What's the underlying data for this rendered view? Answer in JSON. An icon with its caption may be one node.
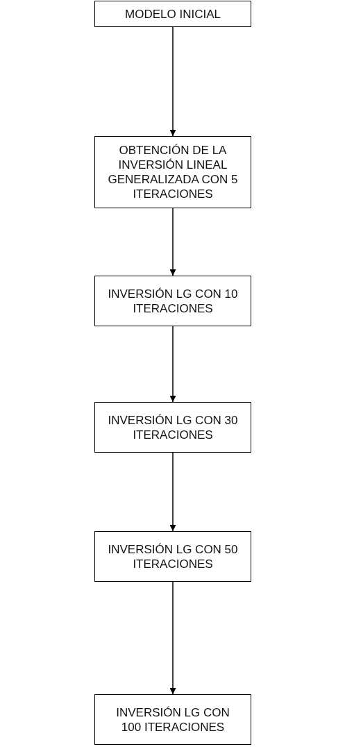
{
  "diagram": {
    "nodes": [
      {
        "text": [
          "MODELO INICIAL"
        ]
      },
      {
        "text": [
          "OBTENCIÓN DE LA INVERSIÓN LINEAL GENERALIZADA CON 5 ITERACIONES"
        ]
      },
      {
        "text": [
          "INVERSIÓN LG CON 10 ITERACIONES"
        ]
      },
      {
        "text": [
          "INVERSIÓN LG CON 30 ITERACIONES"
        ]
      },
      {
        "text": [
          "INVERSIÓN LG CON 50 ITERACIONES"
        ]
      },
      {
        "text": [
          "INVERSIÓN LG CON 100 ITERACIONES"
        ]
      }
    ],
    "edges": [
      {
        "from": 0,
        "to": 1,
        "arrow": "to"
      },
      {
        "from": 1,
        "to": 2,
        "arrow": "to"
      },
      {
        "from": 2,
        "to": 3,
        "arrow": "to"
      },
      {
        "from": 3,
        "to": 4,
        "arrow": "to"
      },
      {
        "from": 4,
        "to": 5,
        "arrow": "to"
      }
    ]
  }
}
